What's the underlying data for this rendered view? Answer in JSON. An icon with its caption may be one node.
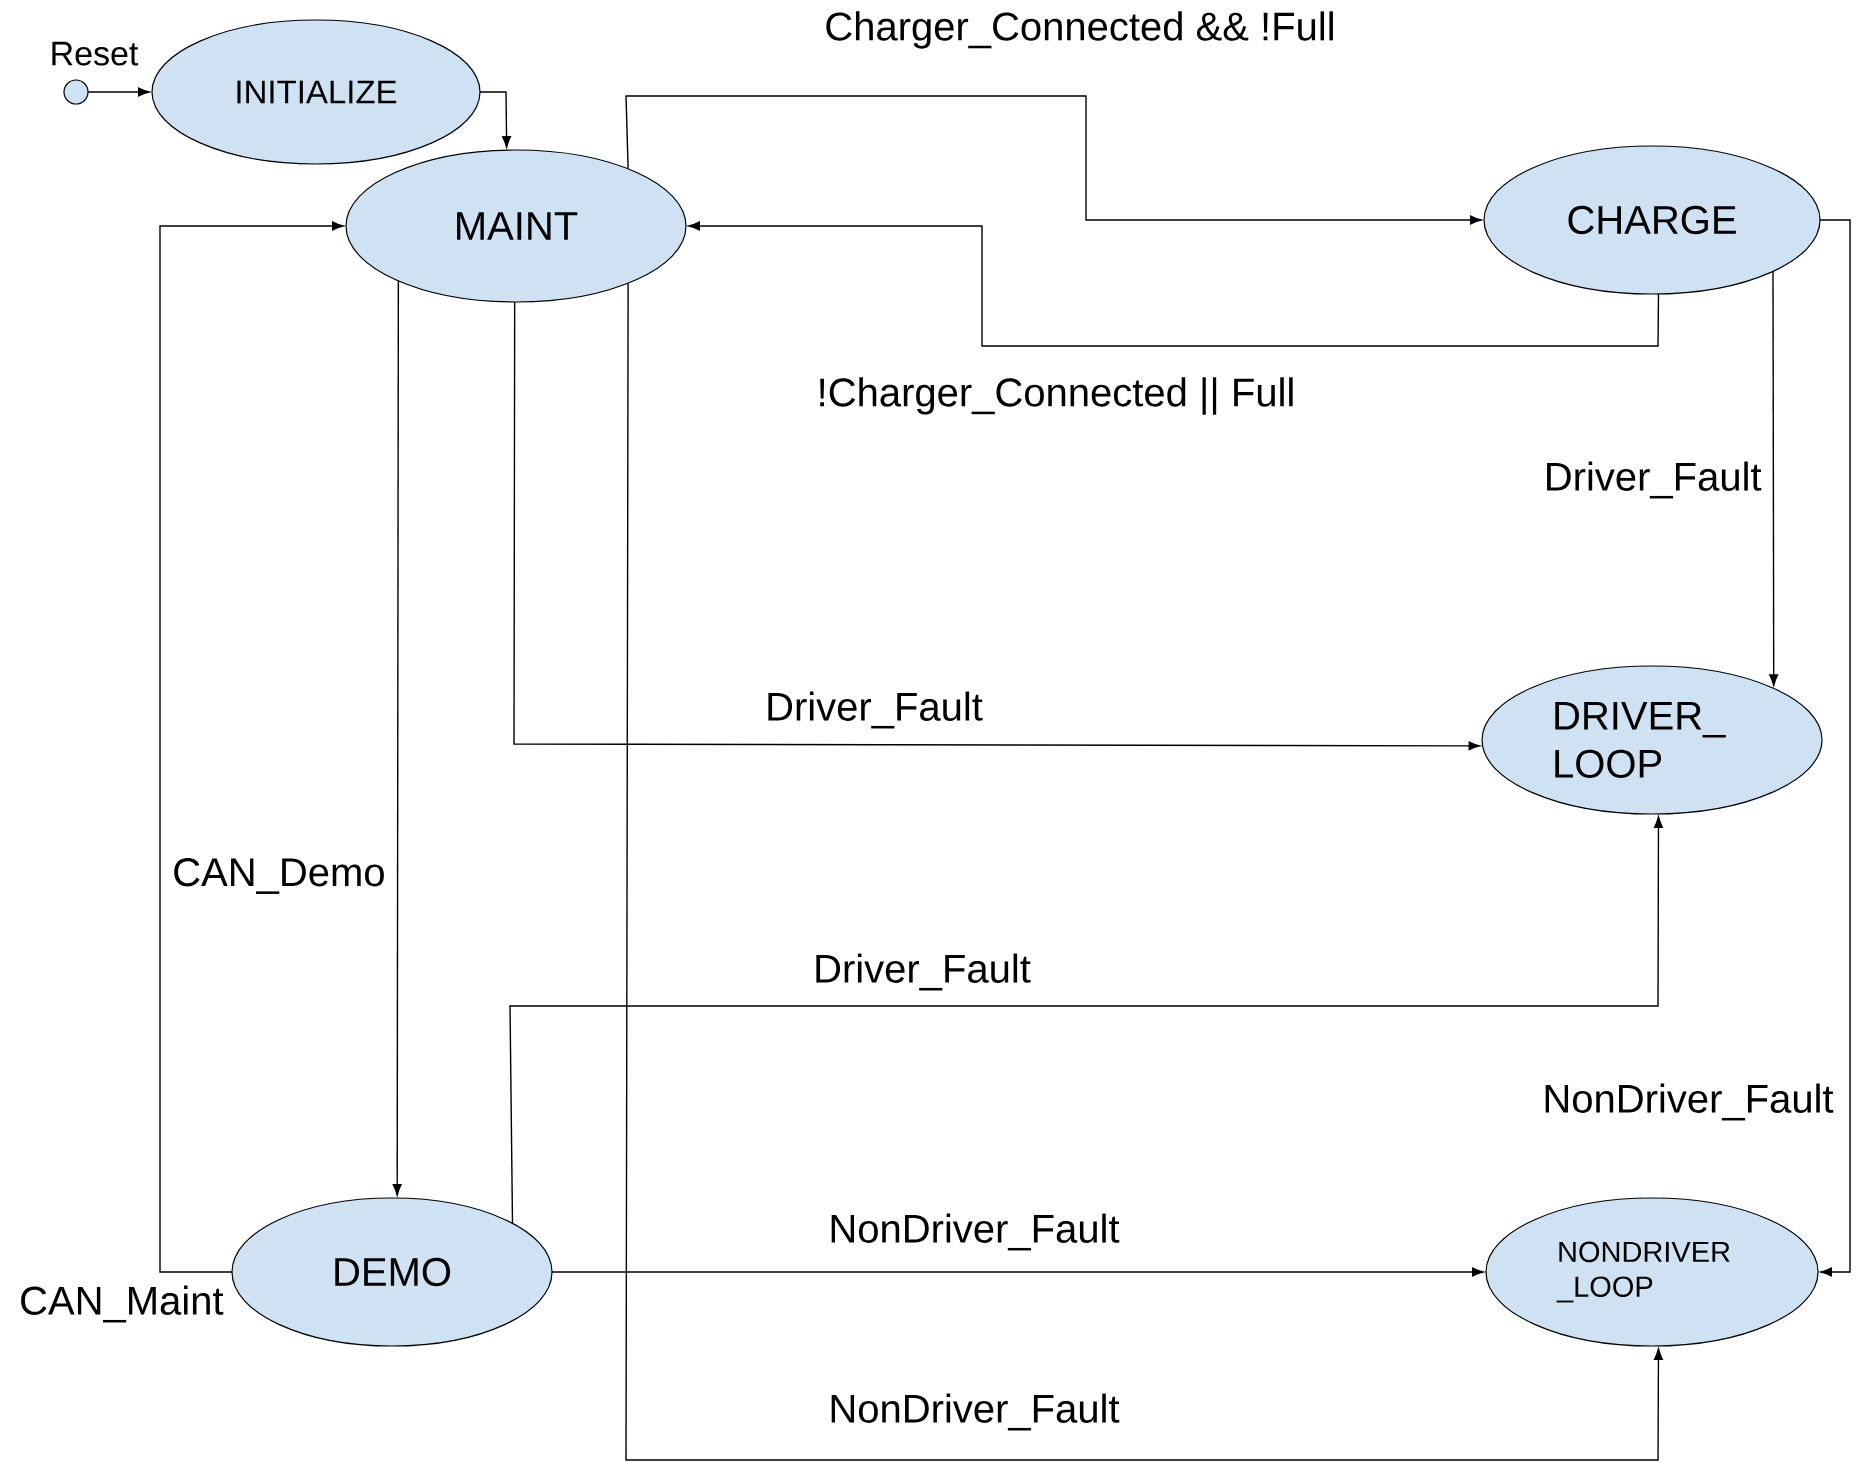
{
  "diagram": {
    "nodes": [
      {
        "text": [],
        "shape": "circle",
        "beside": [
          "Reset"
        ]
      },
      {
        "text": [
          "INITIALIZE"
        ]
      },
      {
        "text": [
          "MAINT"
        ]
      },
      {
        "text": [
          "CHARGE"
        ]
      },
      {
        "text": [
          "DRIVER_ LOOP"
        ]
      },
      {
        "text": [
          "DEMO"
        ]
      },
      {
        "text": [
          "NONDRIVER _LOOP"
        ]
      }
    ],
    "edges": [
      {
        "from": 0,
        "to": 1,
        "arrow": "to"
      },
      {
        "from": 1,
        "to": 2,
        "arrow": "to"
      },
      {
        "from": 2,
        "to": 3,
        "arrow": "to",
        "label": "Charger_Connected && !Full"
      },
      {
        "from": 3,
        "to": 2,
        "arrow": "to",
        "label": "!Charger_Connected || Full"
      },
      {
        "from": 3,
        "to": 4,
        "arrow": "to",
        "label": "Driver_Fault"
      },
      {
        "from": 2,
        "to": 4,
        "arrow": "to",
        "label": "Driver_Fault"
      },
      {
        "from": 2,
        "to": 5,
        "arrow": "to",
        "label": "CAN_Demo"
      },
      {
        "from": 5,
        "to": 2,
        "arrow": "to",
        "label": "CAN_Maint"
      },
      {
        "from": 5,
        "to": 4,
        "arrow": "to",
        "label": "Driver_Fault"
      },
      {
        "from": 5,
        "to": 6,
        "arrow": "to",
        "label": "NonDriver_Fault"
      },
      {
        "from": 2,
        "to": 6,
        "arrow": "to",
        "label": "NonDriver_Fault"
      },
      {
        "from": 3,
        "to": 6,
        "arrow": "to",
        "label": "NonDriver_Fault"
      }
    ]
  }
}
